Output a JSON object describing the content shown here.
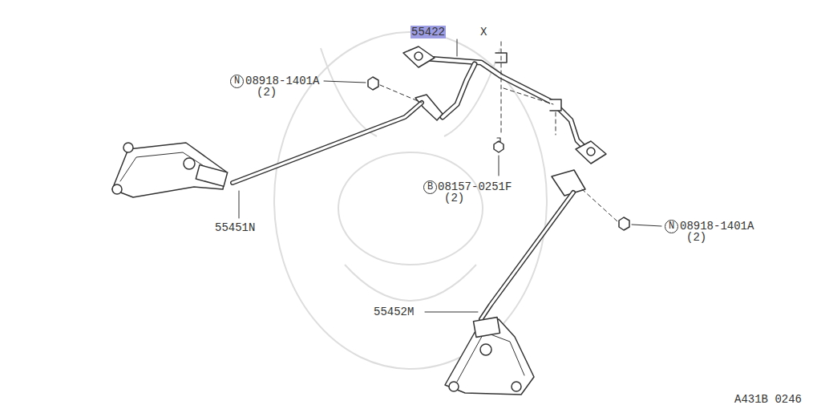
{
  "diagram": {
    "labels": [
      "55422",
      "X",
      "N",
      "08918-1401A",
      "(2)",
      "B",
      "08157-0251F",
      "(2)",
      "N",
      "08918-1401A",
      "(2)",
      "55451N",
      "55452M",
      "A431B 0246"
    ]
  }
}
